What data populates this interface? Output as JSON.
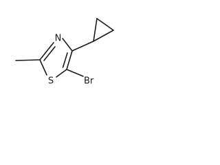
{
  "molecule": {
    "atoms": {
      "nitrogen": "N",
      "sulfur": "S",
      "bromine": "Br"
    }
  },
  "colors": {
    "bond": "#1a1a1a",
    "background": "#ffffff"
  }
}
